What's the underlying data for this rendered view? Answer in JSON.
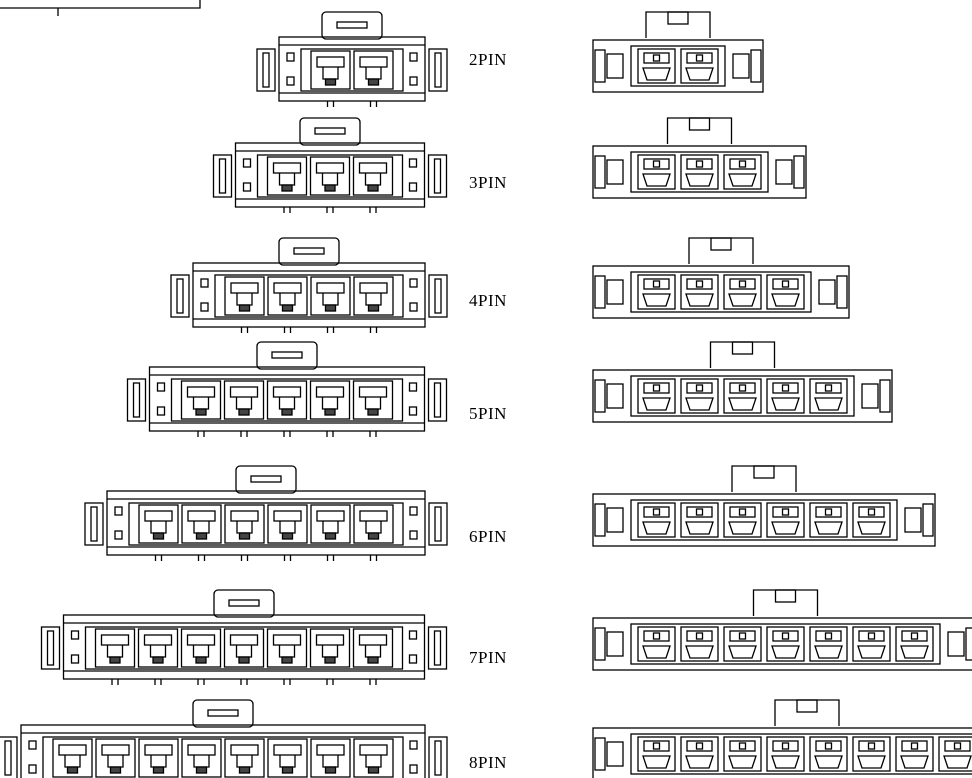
{
  "connectors": [
    {
      "label": "2PIN",
      "pins": 2
    },
    {
      "label": "3PIN",
      "pins": 3
    },
    {
      "label": "4PIN",
      "pins": 4
    },
    {
      "label": "5PIN",
      "pins": 5
    },
    {
      "label": "6PIN",
      "pins": 6
    },
    {
      "label": "7PIN",
      "pins": 7
    },
    {
      "label": "8PIN",
      "pins": 8
    }
  ],
  "colors": {
    "line": "#000000",
    "background": "#ffffff"
  }
}
